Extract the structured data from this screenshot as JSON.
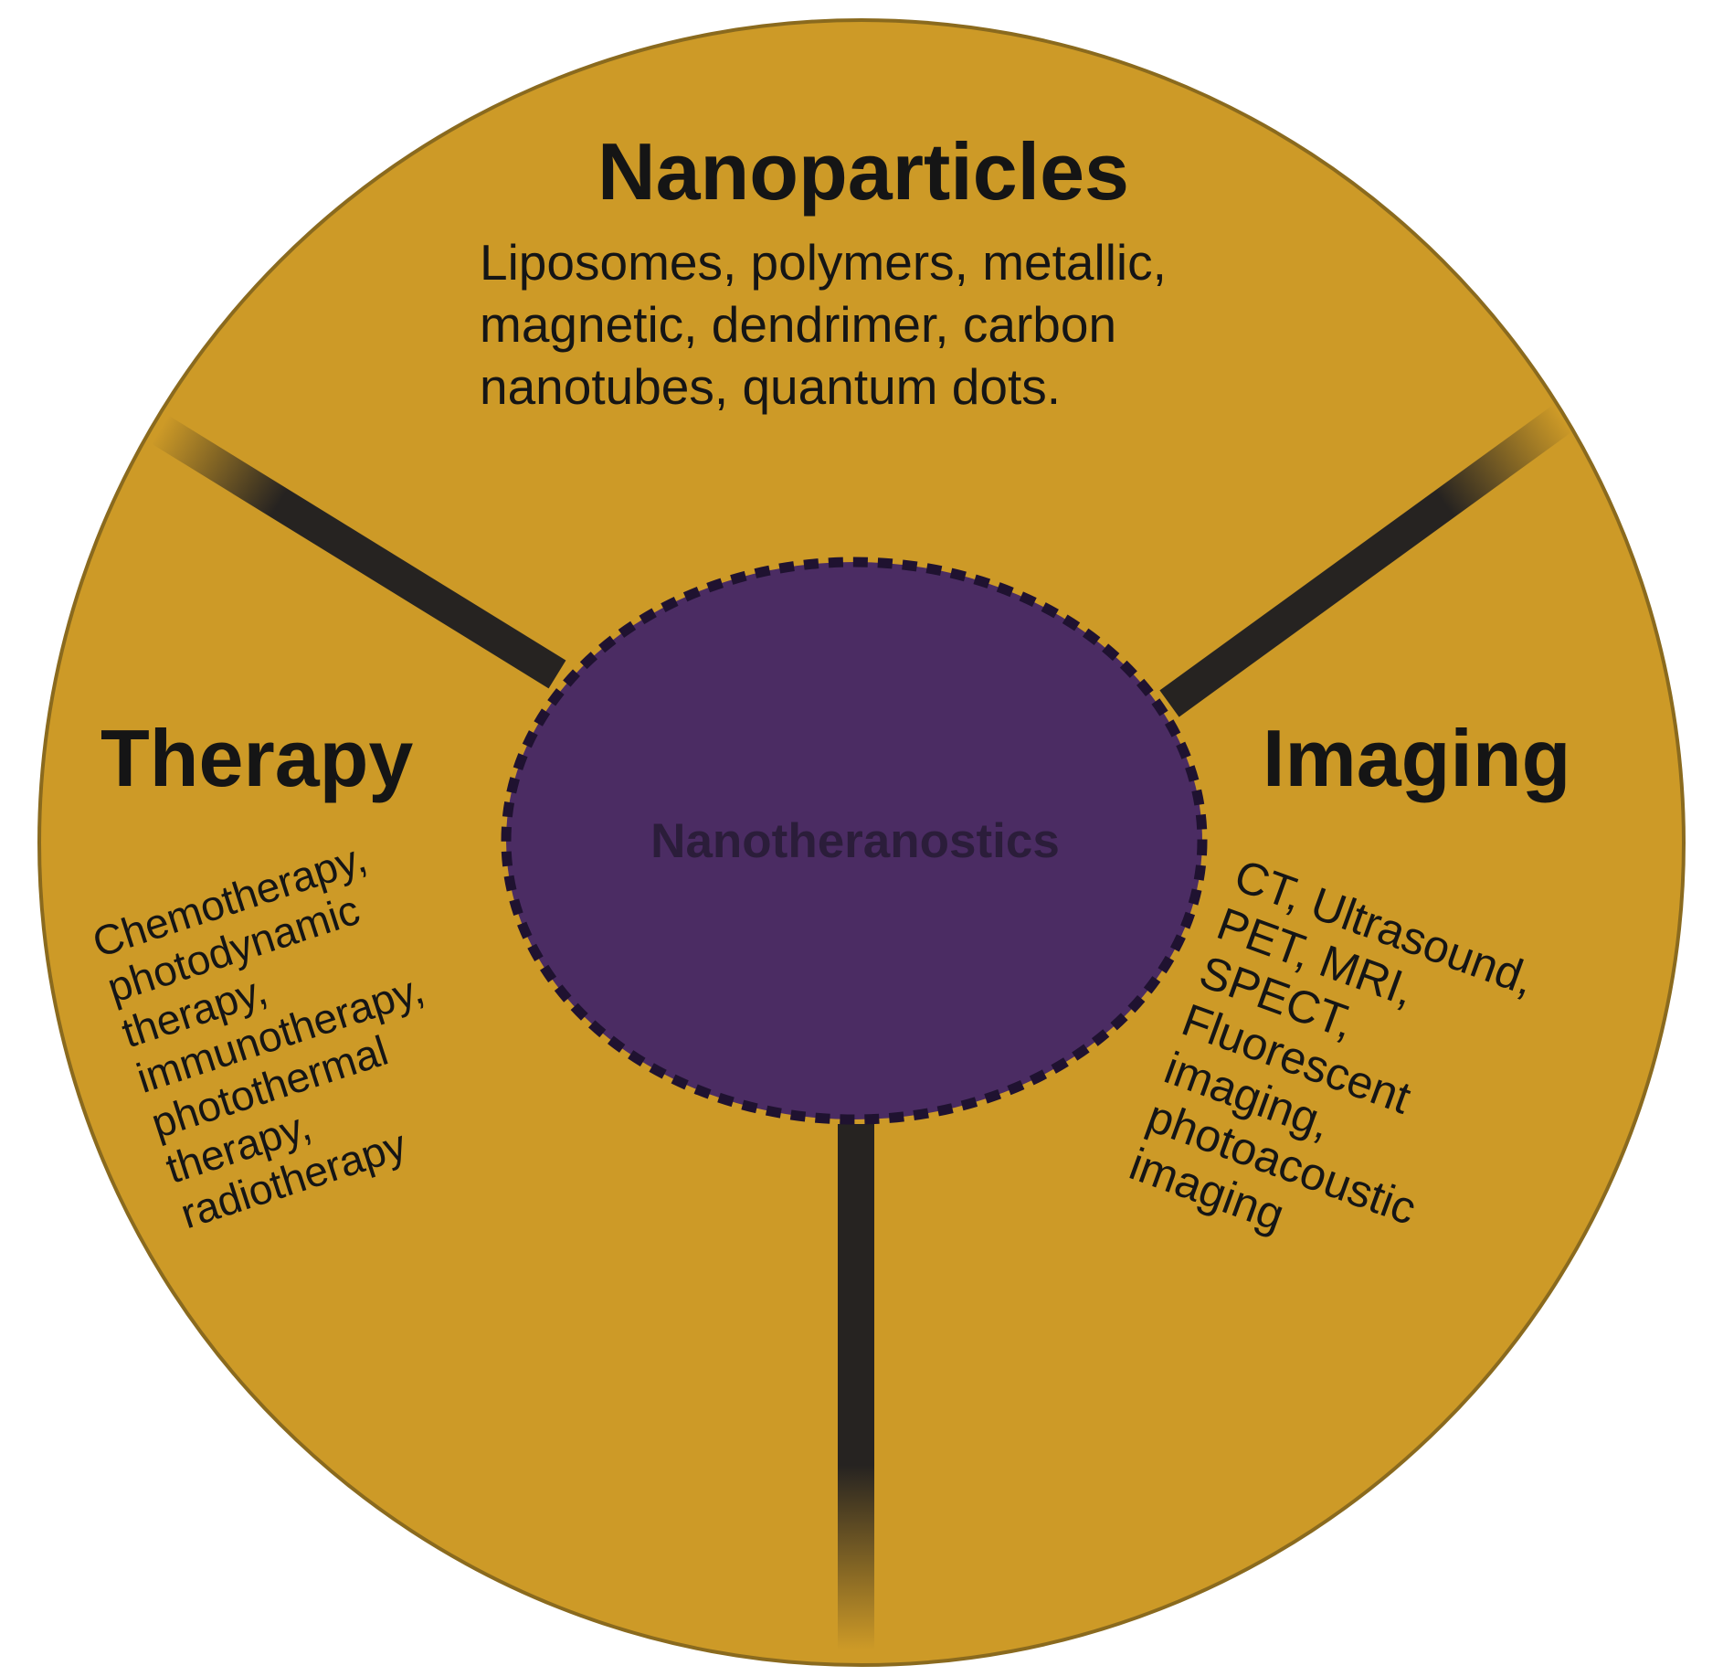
{
  "diagram": {
    "center": {
      "label": "Nanotheranostics"
    },
    "sections": {
      "nanoparticles": {
        "title": "Nanoparticles",
        "lines": [
          "Liposomes, polymers, metallic,",
          "magnetic, dendrimer, carbon",
          "nanotubes, quantum dots."
        ]
      },
      "therapy": {
        "title": "Therapy",
        "lines": [
          "Chemotherapy,",
          "photodynamic",
          "therapy,",
          "immunotherapy,",
          "photothermal",
          "therapy,",
          "radiotherapy"
        ]
      },
      "imaging": {
        "title": "Imaging",
        "lines": [
          "CT, Ultrasound,",
          "PET, MRI,",
          "SPECT,",
          "Fluorescent",
          "imaging,",
          "photoacoustic",
          "imaging"
        ]
      }
    },
    "colors": {
      "outer_circle": "#CD9A27",
      "outer_border": "#8A6A1E",
      "center_fill": "#4B2C63",
      "center_border": "#1F1230",
      "divider": "#262321",
      "text": "#151515",
      "center_text": "#2B1D3A"
    }
  }
}
